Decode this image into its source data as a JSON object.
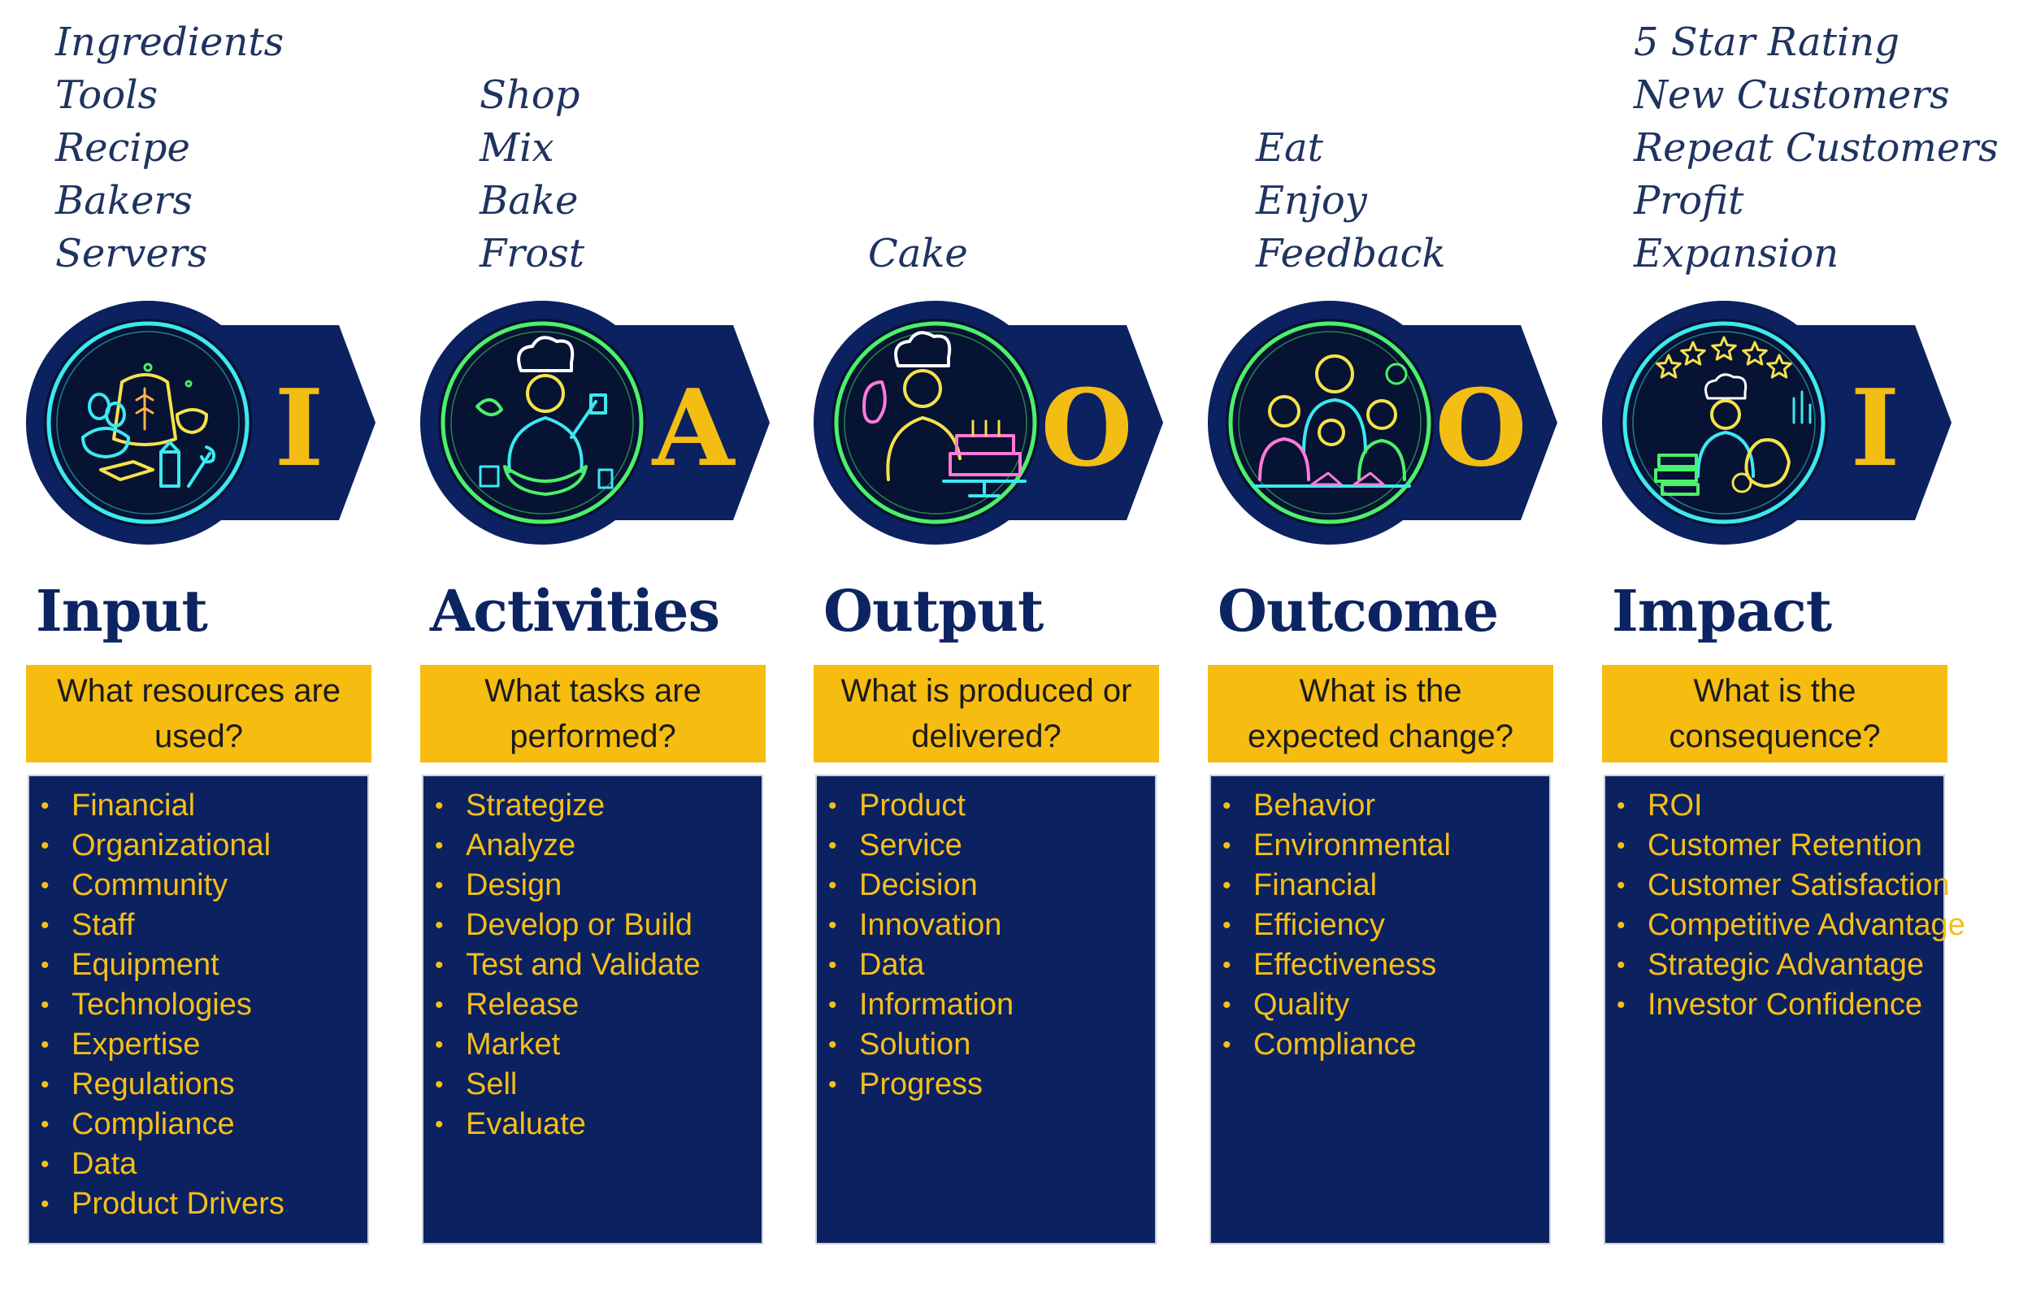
{
  "columns": [
    {
      "letter": "I",
      "title": "Input",
      "question": "What resources are used?",
      "notes": [
        "Ingredients",
        "Tools",
        "Recipe",
        "Bakers",
        "Servers"
      ],
      "items": [
        "Financial",
        "Organizational",
        "Community",
        "Staff",
        "Equipment",
        "Technologies",
        "Expertise",
        "Regulations",
        "Compliance",
        "Data",
        "Product Drivers"
      ],
      "icon": "ingredients-icon"
    },
    {
      "letter": "A",
      "title": "Activities",
      "question": "What tasks are performed?",
      "notes": [
        "Shop",
        "Mix",
        "Bake",
        "Frost"
      ],
      "items": [
        "Strategize",
        "Analyze",
        "Design",
        "Develop or Build",
        "Test and Validate",
        "Release",
        "Market",
        "Sell",
        "Evaluate"
      ],
      "icon": "chef-mixing-icon"
    },
    {
      "letter": "O",
      "title": "Output",
      "question": "What is produced or delivered?",
      "notes": [
        "Cake"
      ],
      "items": [
        "Product",
        "Service",
        "Decision",
        "Innovation",
        "Data",
        "Information",
        "Solution",
        "Progress"
      ],
      "icon": "chef-cake-icon"
    },
    {
      "letter": "O",
      "title": "Outcome",
      "question": "What is the expected change?",
      "notes": [
        "Eat",
        "Enjoy",
        "Feedback"
      ],
      "items": [
        "Behavior",
        "Environmental",
        "Financial",
        "Efficiency",
        "Effectiveness",
        "Quality",
        "Compliance"
      ],
      "icon": "family-eating-icon"
    },
    {
      "letter": "I",
      "title": "Impact",
      "question": "What is the consequence?",
      "notes": [
        "5 Star Rating",
        "New Customers",
        "Repeat Customers",
        "Profit",
        "Expansion"
      ],
      "items": [
        "ROI",
        "Customer Retention",
        "Customer Satisfaction",
        "Competitive Advantage",
        "Strategic Advantage",
        "Investor Confidence"
      ],
      "icon": "rating-profit-icon"
    }
  ],
  "colors": {
    "navy": "#0c2160",
    "gold": "#f6bc0f",
    "neon_cyan": "#3de8f0",
    "neon_green": "#4cf06a",
    "neon_yellow": "#f7e14a",
    "notes_ink": "#1f3360"
  }
}
